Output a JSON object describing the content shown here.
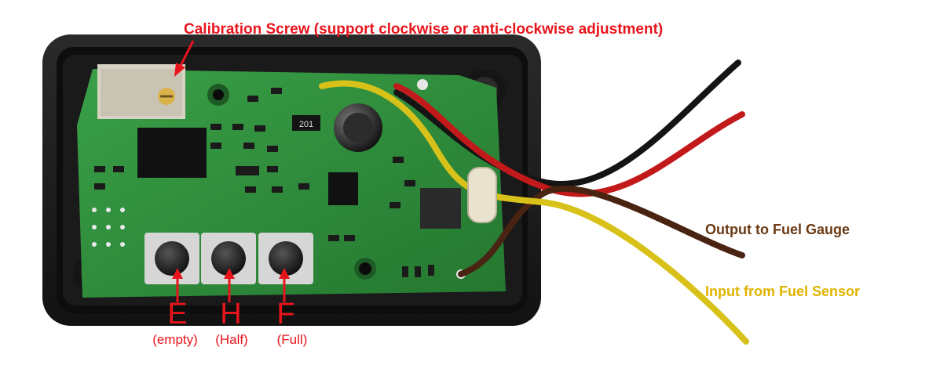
{
  "annotations": {
    "calibration": "Calibration Screw (support clockwise or anti-clockwise adjustment)",
    "output": "Output to Fuel Gauge",
    "input": "Input from Fuel Sensor"
  },
  "buttons": [
    {
      "letter": "E",
      "caption": "(empty)"
    },
    {
      "letter": "H",
      "caption": "(Half)"
    },
    {
      "letter": "F",
      "caption": "(Full)"
    }
  ],
  "board_markings": {
    "resistor": "201"
  },
  "colors": {
    "annotation_red": "#e8141b",
    "output_brown": "#6b3a14",
    "input_yellow": "#e0b400",
    "wire_black": "#141414",
    "wire_red": "#c21a1a",
    "wire_brown": "#4a2412",
    "wire_yellow": "#d8c21a",
    "pcb_green": "#2f8f3a",
    "enclosure": "#1c1c1c"
  }
}
